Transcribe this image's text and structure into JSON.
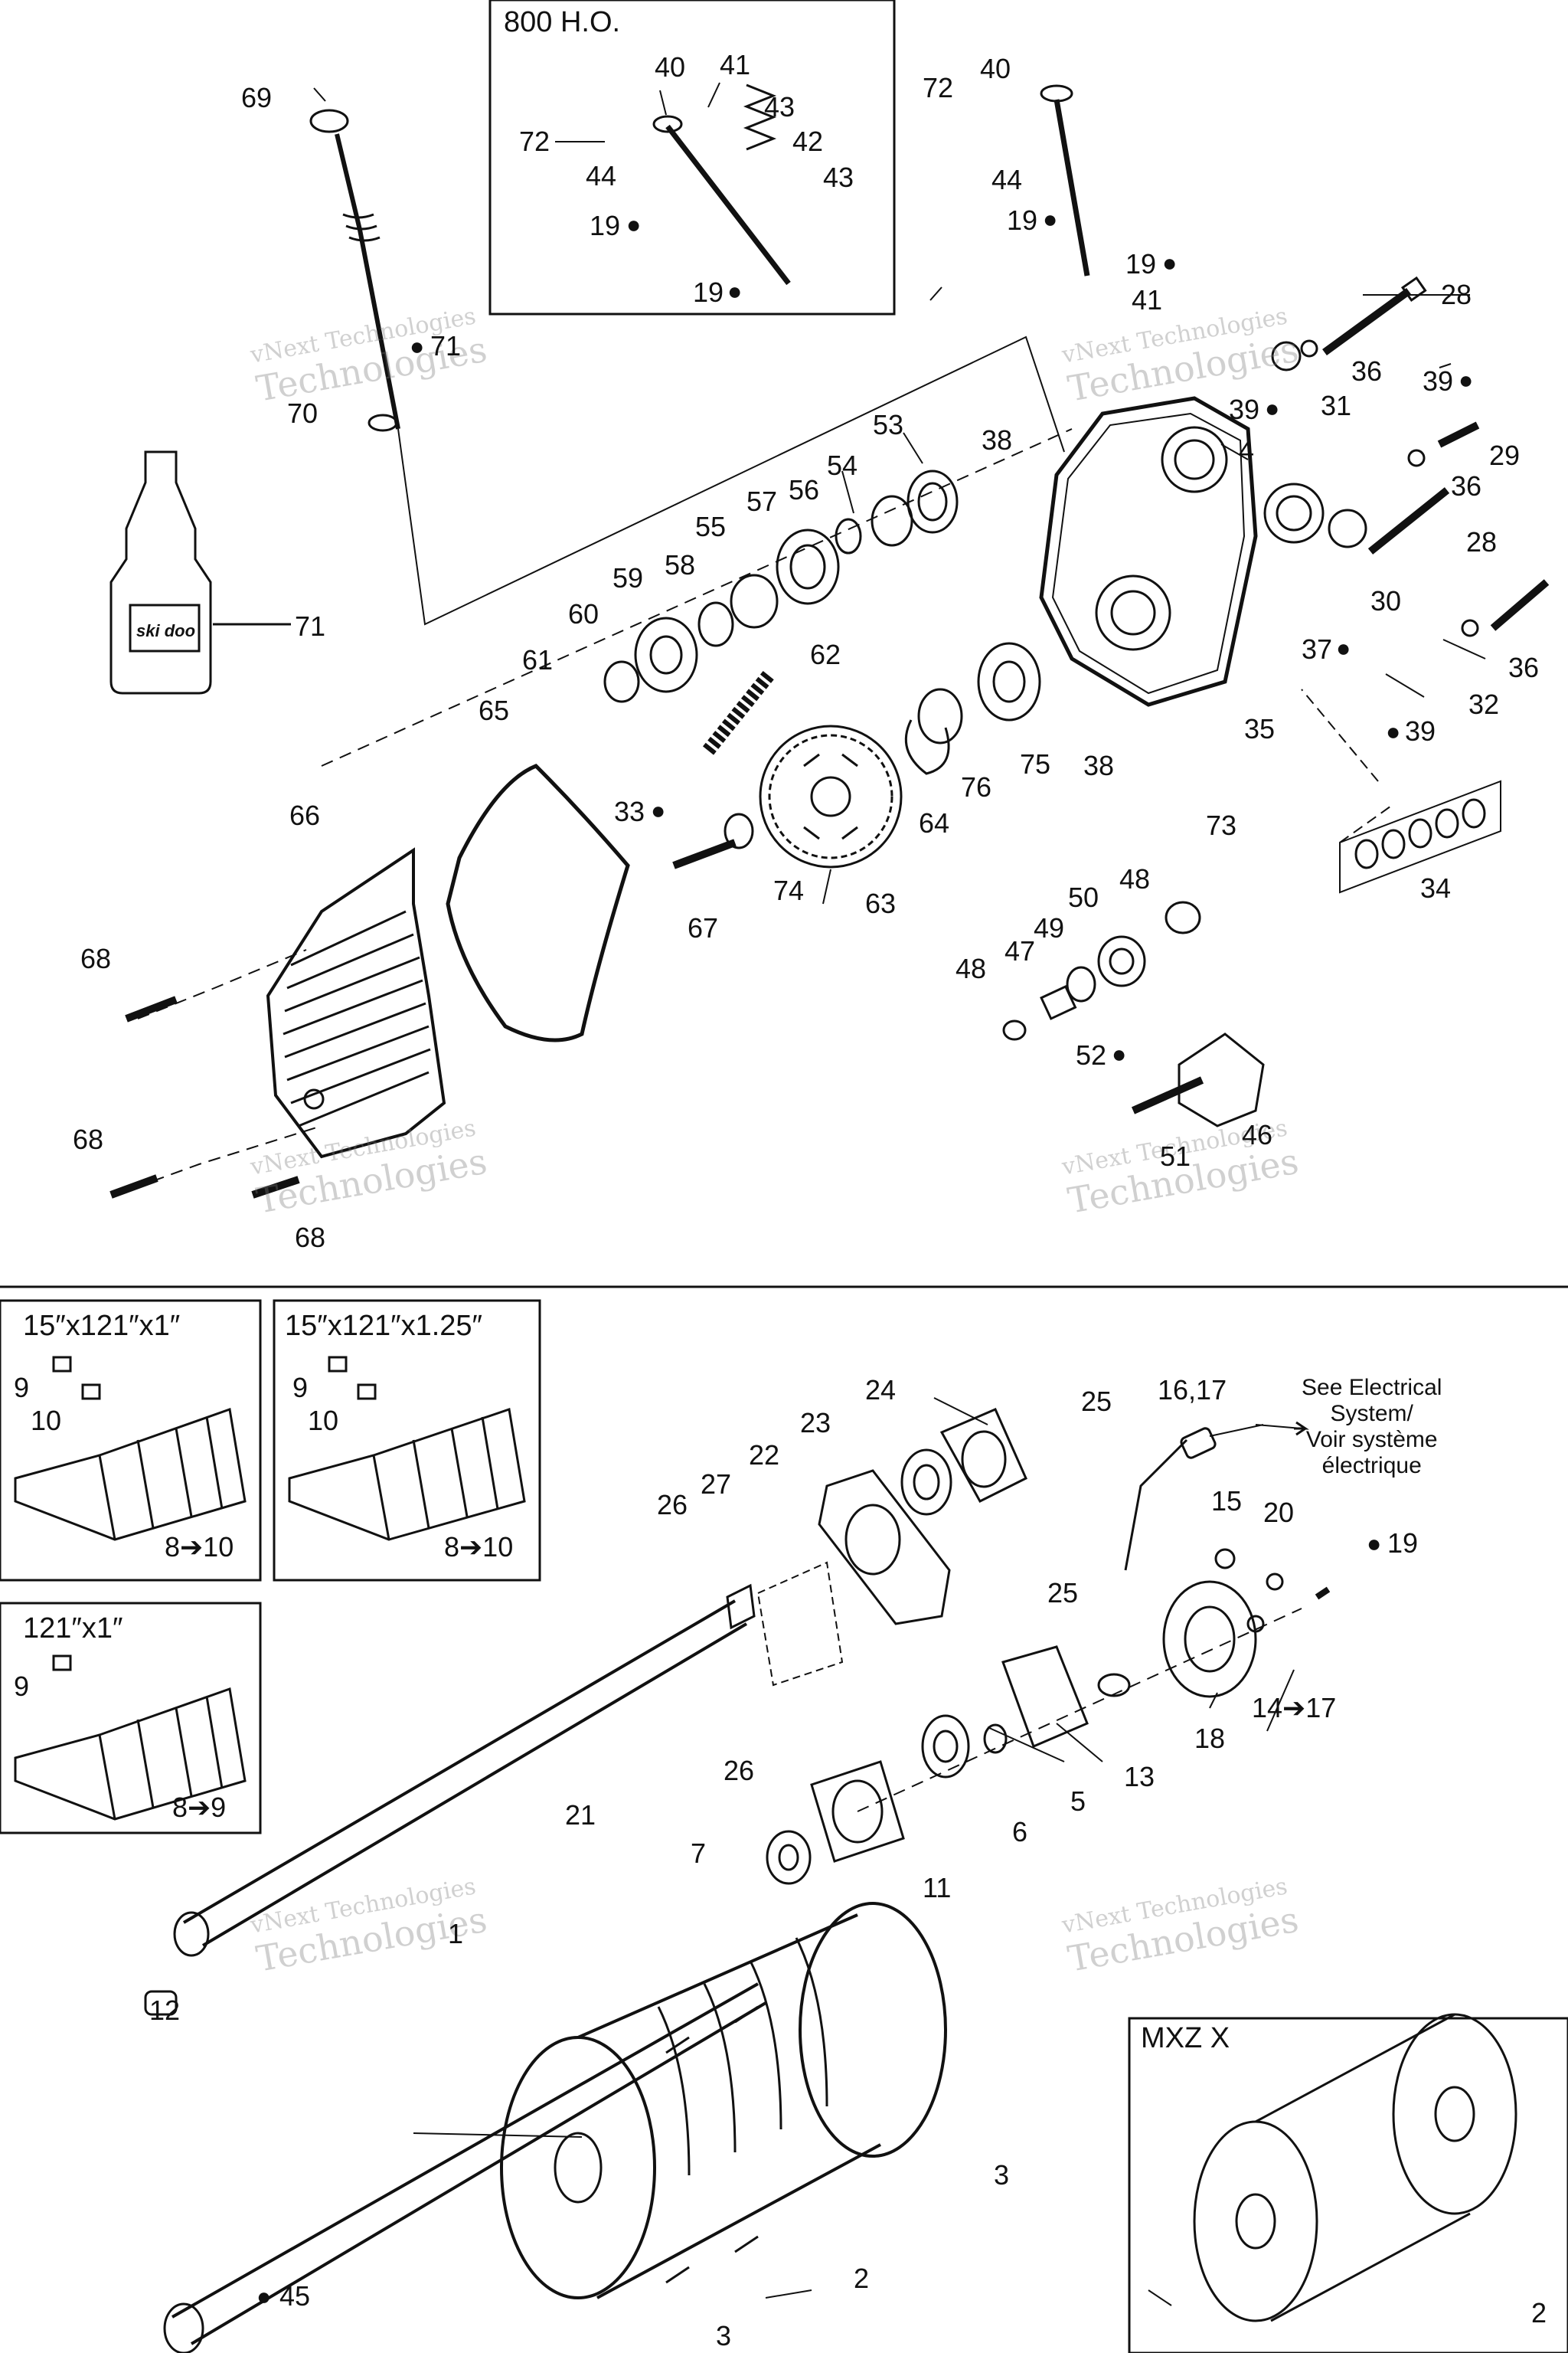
{
  "watermark": {
    "line1": "vNext Technologies",
    "line2": "Technologies"
  },
  "box_titles": {
    "ho": "800 H.O.",
    "track_a": "15″x121″x1″",
    "track_b": "15″x121″x1.25″",
    "track_c": "121″x1″",
    "mxz": "MXZ X"
  },
  "note": {
    "line1": "See Electrical",
    "line2": "System/",
    "line3": "Voir système",
    "line4": "électrique"
  },
  "bottle_label": "ski doo",
  "labels": {
    "l69": "69",
    "l72a": "72",
    "l44a": "44",
    "l19a": "19",
    "l40a": "40",
    "l41a": "41",
    "l43a": "43",
    "l42": "42",
    "l43b": "43",
    "l19b": "19",
    "l72b": "72",
    "l40b": "40",
    "l44b": "44",
    "l19c": "19",
    "l19d": "19",
    "l41b": "41",
    "l28a": "28",
    "l36a": "36",
    "l31": "31",
    "l39a": "39",
    "l39b": "39",
    "l29": "29",
    "l36b": "36",
    "l4": "4",
    "l28b": "28",
    "l30": "30",
    "l37": "37",
    "l36c": "36",
    "l32": "32",
    "l39c": "39",
    "l35": "35",
    "l34": "34",
    "l38a": "38",
    "l38b": "38",
    "l73": "73",
    "l53": "53",
    "l54": "54",
    "l56": "56",
    "l57": "57",
    "l55": "55",
    "l58": "58",
    "l59": "59",
    "l60": "60",
    "l61": "61",
    "l62": "62",
    "l65": "65",
    "l75": "75",
    "l76": "76",
    "l64": "64",
    "l63": "63",
    "l74": "74",
    "l33": "33",
    "l67": "67",
    "l66": "66",
    "l68a": "68",
    "l68b": "68",
    "l68c": "68",
    "l71a": "71",
    "l70": "70",
    "l71b": "71",
    "l48a": "48",
    "l50": "50",
    "l49": "49",
    "l47": "47",
    "l48b": "48",
    "l52": "52",
    "l46": "46",
    "l51": "51",
    "l9a": "9",
    "l10a": "10",
    "l8a": "8➔10",
    "l9b": "9",
    "l10b": "10",
    "l8b": "8➔10",
    "l9c": "9",
    "l8c": "8➔9",
    "l24": "24",
    "l25a": "25",
    "l23": "23",
    "l22": "22",
    "l27": "27",
    "l26a": "26",
    "l25b": "25",
    "l26b": "26",
    "l21": "21",
    "l1617": "16,17",
    "l15": "15",
    "l20": "20",
    "l19e": "19",
    "l1417": "14➔17",
    "l18": "18",
    "l13": "13",
    "l5": "5",
    "l6": "6",
    "l7": "7",
    "l11": "11",
    "l12": "12",
    "l1": "1",
    "l3a": "3",
    "l2a": "2",
    "l3b": "3",
    "l45": "45",
    "l2b": "2"
  }
}
